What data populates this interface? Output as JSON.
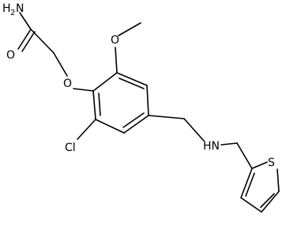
{
  "molecule": {
    "atoms": {
      "amine_group": "H2N",
      "amine_symbol": "H",
      "amine_subscript": "2",
      "amine_N": "N",
      "carbonyl_O": "O",
      "ether_O": "O",
      "chloro": "Cl",
      "amine_NH": "HN",
      "thiophene_S": "S"
    },
    "colors": {
      "ink": "#000000",
      "background": "#ffffff"
    }
  }
}
